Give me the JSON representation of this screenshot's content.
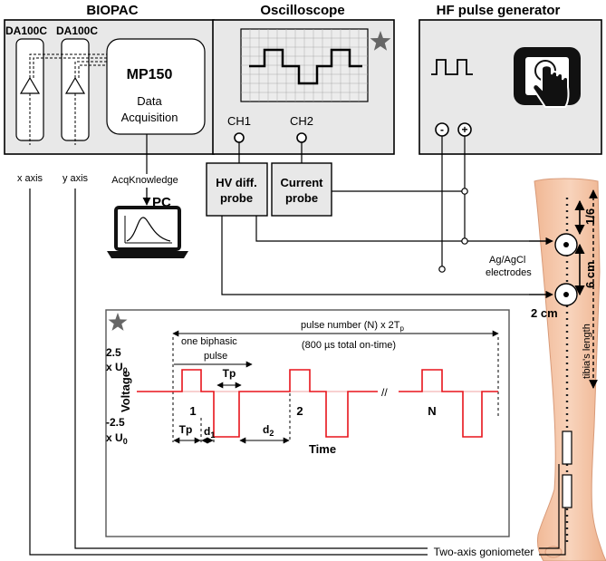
{
  "devices": {
    "biopac": {
      "title": "BIOPAC",
      "amp1": "DA100C",
      "amp2": "DA100C",
      "mp_title": "MP150",
      "mp_line1": "Data",
      "mp_line2": "Acquisition",
      "x_axis": "x axis",
      "y_axis": "y axis",
      "software": "AcqKnowledge",
      "pc": "PC"
    },
    "oscilloscope": {
      "title": "Oscilloscope",
      "ch1": "CH1",
      "ch2": "CH2",
      "star": "star-icon"
    },
    "hf_generator": {
      "title": "HF pulse generator",
      "minus": "-",
      "plus": "+",
      "icon": "touch-screen-icon"
    }
  },
  "probes": {
    "hv_line1": "HV diff.",
    "hv_line2": "probe",
    "cur_line1": "Current",
    "cur_line2": "probe"
  },
  "leg": {
    "electrodes_line1": "Ag/AgCl",
    "electrodes_line2": "electrodes",
    "frac": "1/6",
    "dist1": "6 cm",
    "dist2": "2 cm",
    "tibia": "tibia's length",
    "goniometer": "Two-axis goniometer"
  },
  "waveform": {
    "star": "star-icon",
    "pulse_number_prefix": "pulse number (N) x 2T",
    "pulse_number_sub": "p",
    "on_time": "(800 µs total on-time)",
    "biphasic_line1": "one biphasic",
    "biphasic_line2": "pulse",
    "ymax_line1": "2.5",
    "ymax_line2": "x U",
    "ymax_sub": "0",
    "ymin_line1": "-2.5",
    "ymin_line2": "x U",
    "ymin_sub": "0",
    "ylabel": "Voltage",
    "xlabel": "Time",
    "pulse_labels": [
      "1",
      "2",
      "N"
    ],
    "tp_top": "Tp",
    "tp_bottom": "Tp",
    "d1": "d",
    "d1_sub": "1",
    "d2": "d",
    "d2_sub": "2",
    "break_mark": "//",
    "colors": {
      "signal": "#e8141c",
      "skin": "#f5c6a8",
      "frame": "#555555"
    }
  }
}
